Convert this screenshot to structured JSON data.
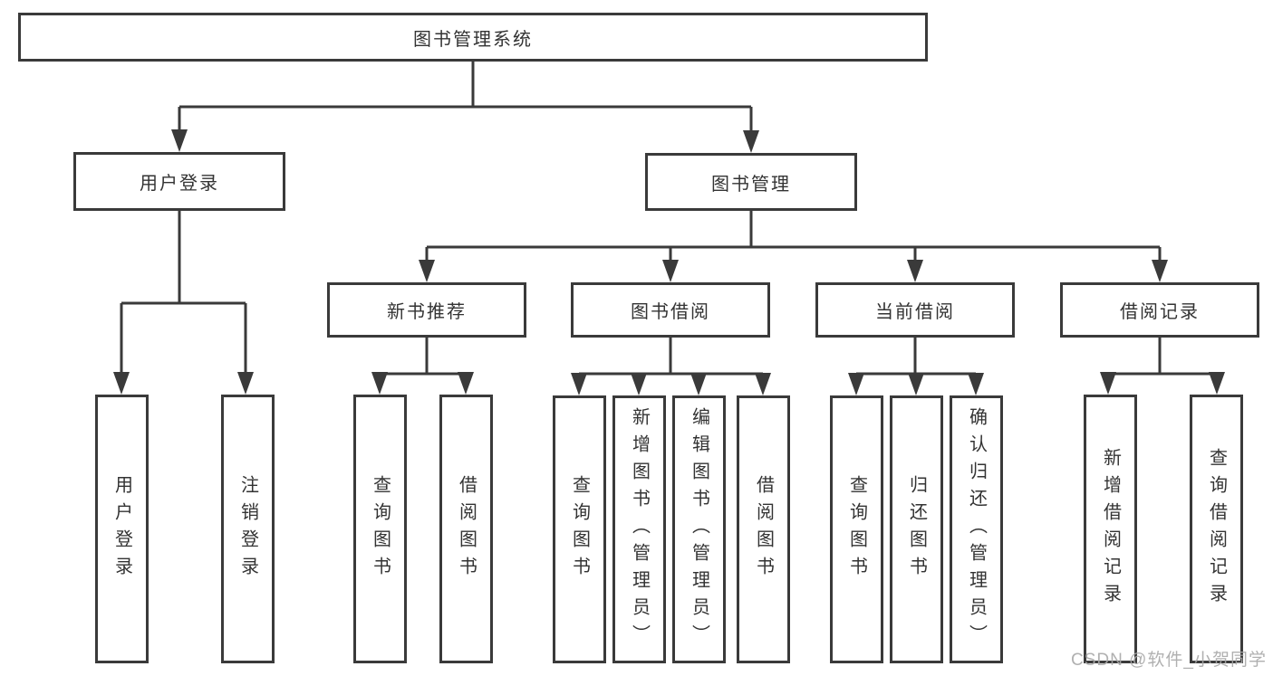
{
  "diagram": {
    "type": "hierarchy-tree",
    "root": {
      "label": "图书管理系统"
    },
    "level2": [
      {
        "label": "用户登录"
      },
      {
        "label": "图书管理"
      }
    ],
    "level3": [
      {
        "label": "新书推荐",
        "parent": "图书管理"
      },
      {
        "label": "图书借阅",
        "parent": "图书管理"
      },
      {
        "label": "当前借阅",
        "parent": "图书管理"
      },
      {
        "label": "借阅记录",
        "parent": "图书管理"
      }
    ],
    "leaves": [
      {
        "label": "用户登录",
        "parent": "用户登录"
      },
      {
        "label": "注销登录",
        "parent": "用户登录"
      },
      {
        "label": "查询图书",
        "parent": "新书推荐"
      },
      {
        "label": "借阅图书",
        "parent": "新书推荐"
      },
      {
        "label": "查询图书",
        "parent": "图书借阅"
      },
      {
        "label": "新增图书（管理员）",
        "parent": "图书借阅"
      },
      {
        "label": "编辑图书（管理员）",
        "parent": "图书借阅"
      },
      {
        "label": "借阅图书",
        "parent": "图书借阅"
      },
      {
        "label": "查询图书",
        "parent": "当前借阅"
      },
      {
        "label": "归还图书",
        "parent": "当前借阅"
      },
      {
        "label": "确认归还（管理员）",
        "parent": "当前借阅"
      },
      {
        "label": "新增借阅记录",
        "parent": "借阅记录"
      },
      {
        "label": "查询借阅记录",
        "parent": "借阅记录"
      }
    ]
  },
  "watermark": "CSDN @软件_小贺同学",
  "colors": {
    "line": "#3a3a3a",
    "box_border": "#3a3a3a",
    "text": "#333333",
    "watermark": "#a8a8a8",
    "background": "#ffffff"
  }
}
